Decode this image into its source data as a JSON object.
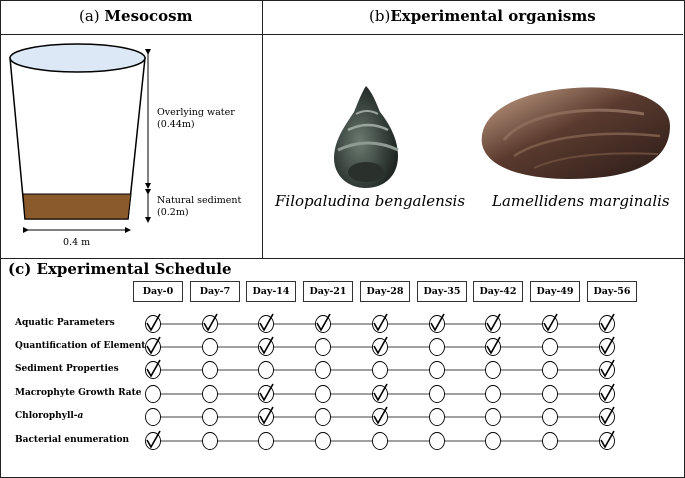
{
  "panel_a": {
    "title_prefix": "(a) ",
    "title_bold": "Mesocosm",
    "water_label_line1": "Overlying water",
    "water_label_line2": "(0.44m)",
    "sediment_label_line1": "Natural sediment",
    "sediment_label_line2": "(0.2m)",
    "width_label": "0.4 m",
    "colors": {
      "sediment": "#8b5a2b",
      "water_top": "#dce8f5"
    }
  },
  "panel_b": {
    "title_prefix": "(b)",
    "title_bold": "Experimental organisms",
    "species_1": "Filopaludina bengalensis",
    "species_2": "Lamellidens marginalis"
  },
  "panel_c": {
    "title": "(c) Experimental Schedule",
    "days": [
      "Day-0",
      "Day-7",
      "Day-14",
      "Day-21",
      "Day-28",
      "Day-35",
      "Day-42",
      "Day-49",
      "Day-56"
    ],
    "rows": [
      {
        "label": "Aquatic Parameters",
        "checks": [
          1,
          1,
          1,
          1,
          1,
          1,
          1,
          1,
          1
        ]
      },
      {
        "label": "Quantification of Elements",
        "checks": [
          1,
          0,
          1,
          0,
          1,
          0,
          1,
          0,
          1
        ]
      },
      {
        "label": "Sediment Properties",
        "checks": [
          1,
          0,
          0,
          0,
          0,
          0,
          0,
          0,
          1
        ]
      },
      {
        "label": "Macrophyte Growth Rate",
        "checks": [
          0,
          0,
          1,
          0,
          1,
          0,
          0,
          0,
          1
        ]
      },
      {
        "label_main": "Chlorophyll-",
        "label_italic": "a",
        "checks": [
          0,
          0,
          1,
          0,
          1,
          0,
          0,
          0,
          1
        ]
      },
      {
        "label": "Bacterial enumeration",
        "checks": [
          1,
          0,
          0,
          0,
          0,
          0,
          0,
          0,
          1
        ]
      }
    ]
  }
}
